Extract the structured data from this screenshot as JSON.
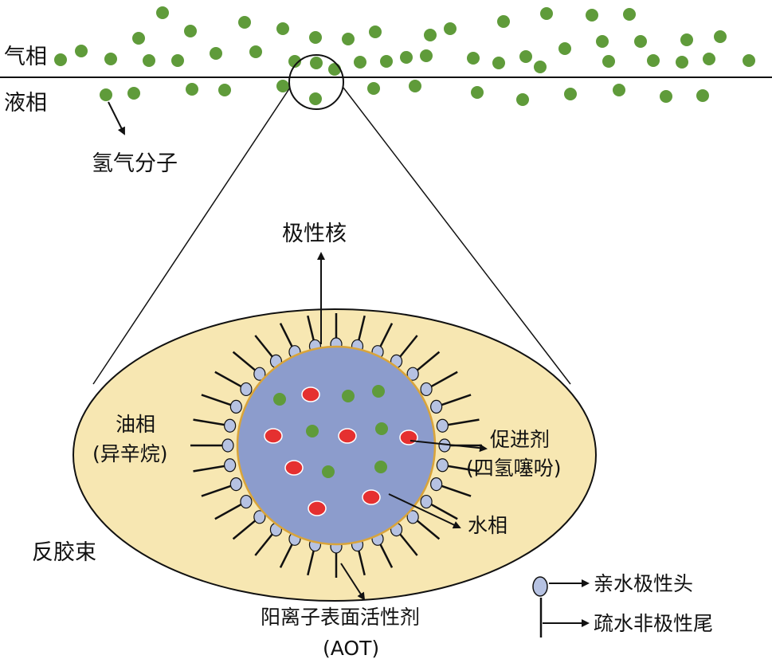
{
  "labels": {
    "gas_phase": "气相",
    "liquid_phase": "液相",
    "hydrogen_molecule": "氢气分子",
    "polar_core": "极性核",
    "oil_phase_line1": "油相",
    "oil_phase_line2": "(异辛烷)",
    "promoter_line1": "促进剂",
    "promoter_line2": "(四氢噻吩)",
    "water_phase": "水相",
    "reverse_micelle": "反胶束",
    "surfactant_line1": "阳离子表面活性剂",
    "surfactant_line2": "(AOT)",
    "legend_head": "亲水极性头",
    "legend_tail": "疏水非极性尾"
  },
  "colors": {
    "hydrogen_molecule": "#5f9b3a",
    "promoter": "#e53030",
    "water_core": "#8c9ccc",
    "oil_phase": "#f7e7b2",
    "surfactant_head": "#b6c2e2",
    "core_rim": "#d9a43a",
    "line": "#111111"
  },
  "icons": {
    "molecule": "green-dot",
    "promoter": "red-oval",
    "surfactant": "lollipop-head-with-tail"
  }
}
